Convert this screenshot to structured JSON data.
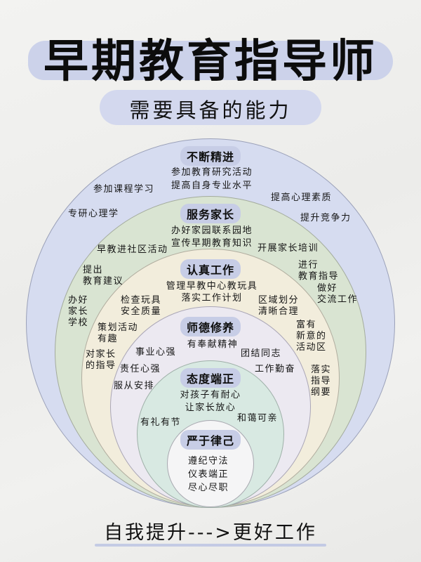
{
  "header": {
    "title": "早期教育指导师",
    "subtitle": "需要具备的能力"
  },
  "colors": {
    "title_highlight": "#ccd2ea",
    "ring_outer_blue": "#d6dcf0",
    "ring_green": "#d9e4d2",
    "ring_cream": "#f2eddc",
    "ring_lavender": "#ece9f1",
    "ring_teal": "#d8e9e2",
    "ring_center_white": "#f5f5f6",
    "pill": "#c7cde6"
  },
  "rings": [
    {
      "title": "不断精进",
      "center_lines": [
        "参加教育研究活动",
        "提高自身专业水平"
      ],
      "items": [
        "参加课程学习",
        "专研心理学",
        "提高心理素质",
        "提升竞争力"
      ]
    },
    {
      "title": "服务家长",
      "center_lines": [
        "办好家园联系园地",
        "宣传早期教育知识"
      ],
      "items": [
        "早教进社区活动",
        "开展家长培训",
        "提出\n教育建议",
        "进行\n教育指导",
        "办好\n家长\n学校",
        "做好\n交流工作"
      ]
    },
    {
      "title": "认真工作",
      "center_lines": [
        "管理早教中心教玩具",
        "落实工作计划"
      ],
      "items": [
        "检查玩具\n安全质量",
        "区域划分\n清晰合理",
        "策划活动\n有趣",
        "富有\n新意的\n活动区",
        "对家长\n的指导",
        "落实\n指导\n纲要"
      ]
    },
    {
      "title": "师德修养",
      "center_lines": [
        "有奉献精神"
      ],
      "items": [
        "事业心强",
        "团结同志",
        "责任心强",
        "工作勤奋",
        "服从安排"
      ]
    },
    {
      "title": "态度端正",
      "center_lines": [
        "对孩子有耐心",
        "让家长放心"
      ],
      "items": [
        "有礼有节",
        "和蔼可亲"
      ]
    },
    {
      "title": "严于律己",
      "center_lines": [
        "遵纪守法",
        "仪表端正",
        "尽心尽职"
      ],
      "items": []
    }
  ],
  "footer": {
    "text": "自我提升--->更好工作"
  }
}
